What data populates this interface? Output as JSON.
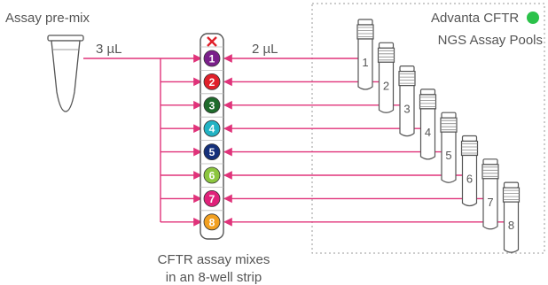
{
  "premix": {
    "label": "Assay pre-mix"
  },
  "volumes": {
    "left": "3 µL",
    "right": "2 µL"
  },
  "pools": {
    "line1": "Advanta CFTR",
    "line2": "NGS Assay Pools",
    "status_color": "#2bc24a"
  },
  "strip": {
    "line1": "CFTR assay mixes",
    "line2": "in an 8-well strip",
    "mark": "x-mark"
  },
  "wells": [
    {
      "n": "1",
      "color": "#7a1f8a"
    },
    {
      "n": "2",
      "color": "#e0202a"
    },
    {
      "n": "3",
      "color": "#1f6b2c"
    },
    {
      "n": "4",
      "color": "#22b3c4"
    },
    {
      "n": "5",
      "color": "#15307a"
    },
    {
      "n": "6",
      "color": "#8cc63f"
    },
    {
      "n": "7",
      "color": "#e0227a"
    },
    {
      "n": "8",
      "color": "#f2a020"
    }
  ],
  "tubes": [
    "1",
    "2",
    "3",
    "4",
    "5",
    "6",
    "7",
    "8"
  ],
  "colors": {
    "arrow": "#e0337a",
    "outline": "#555555",
    "dashed_box": "#999999"
  }
}
